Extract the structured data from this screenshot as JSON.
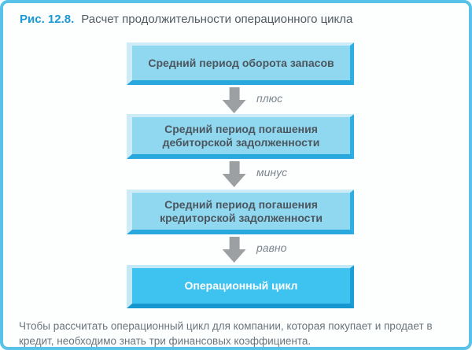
{
  "figure": {
    "label": "Рис. 12.8.",
    "title": "Расчет продолжительности операционного цикла"
  },
  "flowchart": {
    "steps": [
      {
        "text": "Средний период оборота запасов",
        "type": "light"
      },
      {
        "text": "Средний период погашения дебиторской задолженности",
        "type": "light"
      },
      {
        "text": "Средний период погашения кредиторской задолженности",
        "type": "light"
      },
      {
        "text": "Операционный цикл",
        "type": "result"
      }
    ],
    "connectors": [
      {
        "label": "плюс"
      },
      {
        "label": "минус"
      },
      {
        "label": "равно"
      }
    ]
  },
  "caption": {
    "text": "Чтобы рассчитать операционный цикл для компании, которая покупает и продает в кредит, необходимо знать три финансовых коэффициента."
  },
  "colors": {
    "frame_border": "#58C2E8",
    "bg": "#FDFEFE",
    "accent_blue": "#1999D6",
    "title_text": "#4F5A63",
    "box_fill": "#8FD8F0",
    "bevel_light": "#CEECF8",
    "bevel_dark": "#2EAFE2",
    "bevel_darker": "#28A8DC",
    "result_fill": "#3EC2F0",
    "result_bevel_light": "#C3E8F6",
    "result_bevel_dark": "#1A9ED5",
    "result_bevel_darker": "#1697CF",
    "box_text": "#4C565E",
    "arrow_gray": "#9DA0A3",
    "op_label": "#7B858D",
    "caption_text": "#6B757D"
  }
}
